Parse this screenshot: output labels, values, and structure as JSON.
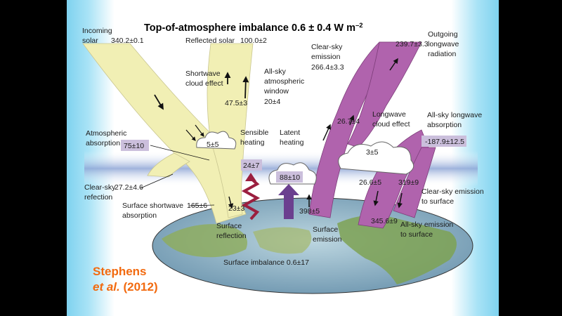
{
  "title": "Top-of-atmosphere imbalance 0.6 ± 0.4 W m",
  "title_exponent": "–2",
  "labels": {
    "incoming_solar_1": "Incoming",
    "incoming_solar_2": "solar",
    "incoming_solar_value": "340.2±0.1",
    "reflected_solar": "Reflected solar",
    "reflected_solar_value": "100.0±2",
    "shortwave_cloud_1": "Shortwave",
    "shortwave_cloud_2": "cloud effect",
    "shortwave_cloud_value": "47.5±3",
    "window_1": "All-sky",
    "window_2": "atmospheric",
    "window_3": "window",
    "window_value": "20±4",
    "clear_sky_emission_1": "Clear-sky",
    "clear_sky_emission_2": "emission",
    "clear_sky_emission_value": "266.4±3.3",
    "olr_value": "239.7±3.3",
    "olr_1": "Outgoing",
    "olr_2": "longwave",
    "olr_3": "radiation",
    "lw_cloud_value": "26.7±4",
    "lw_cloud_1": "Longwave",
    "lw_cloud_2": "cloud effect",
    "lw_absorption_1": "All-sky longwave",
    "lw_absorption_2": "absorption",
    "lw_absorption_value": "-187.9±12.5",
    "atm_absorption_1": "Atmospheric",
    "atm_absorption_2": "absorption",
    "atm_absorption_value": "75±10",
    "sw_cloud_small_value": "5±5",
    "sensible_1": "Sensible",
    "sensible_2": "heating",
    "sensible_value": "24±7",
    "latent_1": "Latent",
    "latent_2": "heating",
    "latent_value": "88±10",
    "lw_cloud_small_value": "3±5",
    "clear_sky_reflection_1": "Clear-sky",
    "clear_sky_reflection_2": "refection",
    "clear_sky_reflection_value": "27.2±4.6",
    "surface_sw_1": "Surface shortwave",
    "surface_sw_2": "absorption",
    "surface_sw_value": "165±6",
    "surface_reflection_value": "23±3",
    "surface_reflection_1": "Surface",
    "surface_reflection_2": "reflection",
    "surface_emission_value": "398±5",
    "surface_emission_1": "Surface",
    "surface_emission_2": "emission",
    "down_value_1": "26.6±5",
    "down_value_2": "319±9",
    "clear_sky_to_surface_1": "Clear-sky emission",
    "clear_sky_to_surface_2": "to surface",
    "all_sky_down_value": "345.6±9",
    "all_sky_to_surface_1": "All-sky emission",
    "all_sky_to_surface_2": "to surface",
    "surface_imbalance": "Surface imbalance 0.6±17"
  },
  "citation": {
    "line1": "Stephens",
    "line2_italic": "et al.",
    "line2_rest": " (2012)"
  },
  "colors": {
    "shortwave": "#f1efb4",
    "longwave": "#b063ad",
    "value_box": "#cbbfdc",
    "sensible_arrow": "#9b1f3f",
    "latent_arrow": "#6b3f8f",
    "atmosphere_band": "#8fa6d6",
    "citation": "#f26a0f",
    "frame_edge": "#7fd2ef"
  }
}
